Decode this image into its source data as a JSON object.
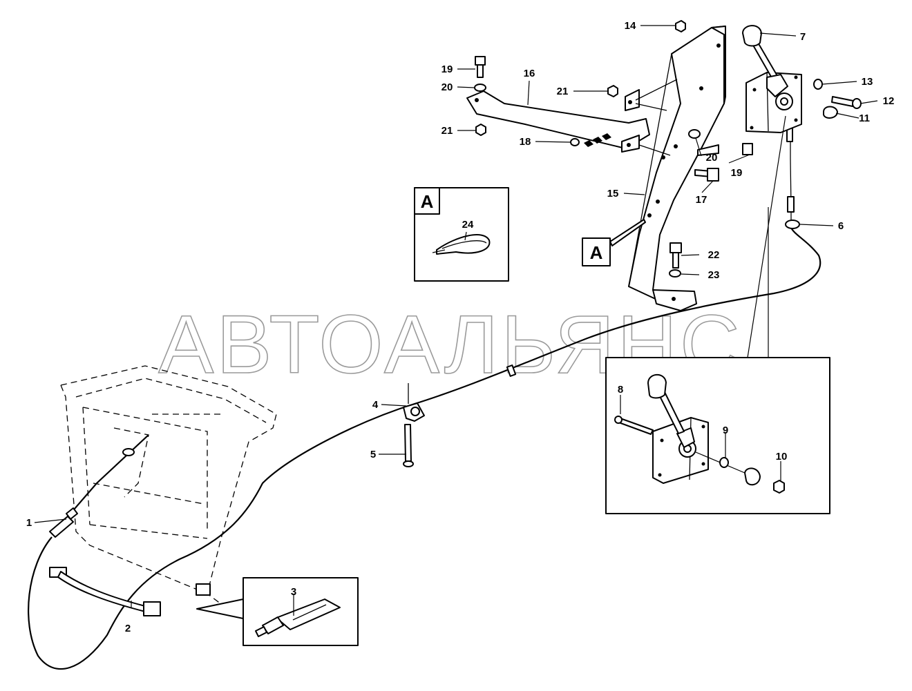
{
  "watermark": "АВТОАЛЬЯНС",
  "view_marker": {
    "letter": "A"
  },
  "callouts": {
    "c1": "1",
    "c2": "2",
    "c3": "3",
    "c4": "4",
    "c5": "5",
    "c6": "6",
    "c7": "7",
    "c8": "8",
    "c9": "9",
    "c10": "10",
    "c11": "11",
    "c12": "12",
    "c13": "13",
    "c14": "14",
    "c15": "15",
    "c16": "16",
    "c17": "17",
    "c18": "18",
    "c19a": "19",
    "c19b": "19",
    "c20a": "20",
    "c20b": "20",
    "c21a": "21",
    "c21b": "21",
    "c22": "22",
    "c23": "23",
    "c24": "24"
  },
  "colors": {
    "line": "#000000",
    "watermark": "#9a9a9a",
    "background": "#ffffff"
  }
}
